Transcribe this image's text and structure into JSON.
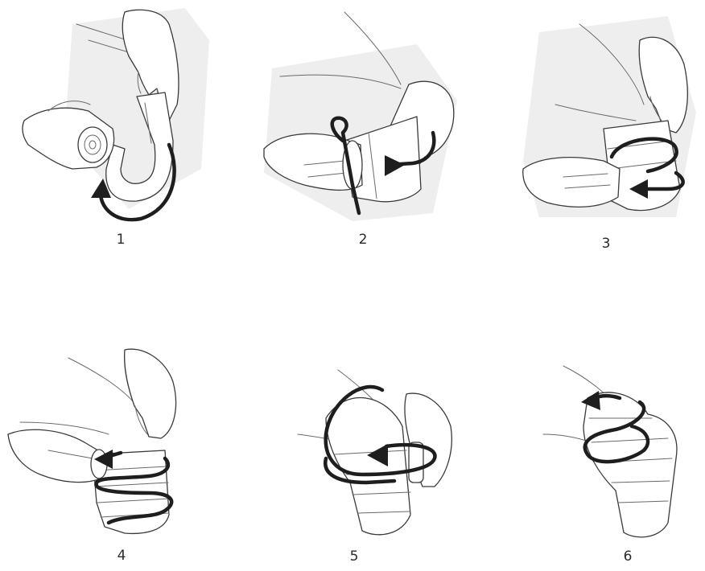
{
  "figure": {
    "steps": [
      {
        "label": "1",
        "icon": "bandage-roll-anchor-wrap-icon"
      },
      {
        "label": "2",
        "icon": "bandage-anchor-turn-icon"
      },
      {
        "label": "3",
        "icon": "bandage-circular-turn-icon"
      },
      {
        "label": "4",
        "icon": "bandage-spiral-turn-icon"
      },
      {
        "label": "5",
        "icon": "bandage-figure-eight-knee-icon"
      },
      {
        "label": "6",
        "icon": "bandage-finished-knee-icon"
      }
    ]
  }
}
